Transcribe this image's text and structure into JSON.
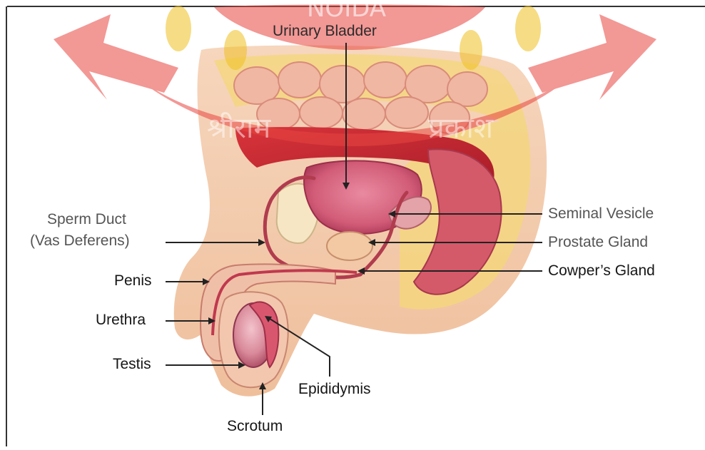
{
  "diagram": {
    "watermark_text": "NOIDA",
    "watermark_script_left": "श्रीराम",
    "watermark_script_right": "प्रकाश",
    "labels": {
      "urinary_bladder": "Urinary Bladder",
      "sperm_duct_line1": "Sperm Duct",
      "sperm_duct_line2": "(Vas Deferens)",
      "seminal_vesicle": "Seminal Vesicle",
      "prostate_gland": "Prostate Gland",
      "cowpers_gland": "Cowper’s Gland",
      "penis": "Penis",
      "urethra": "Urethra",
      "testis": "Testis",
      "epididymis": "Epididymis",
      "scrotum": "Scrotum"
    },
    "colors": {
      "watermark": "#e8453f",
      "skin": "#f3c9a8",
      "tissue_red": "#c2262e",
      "bladder": "#d8607a",
      "testis": "#d98a9a",
      "fat_yellow": "#f4d77a",
      "leader_line": "#222222"
    }
  }
}
